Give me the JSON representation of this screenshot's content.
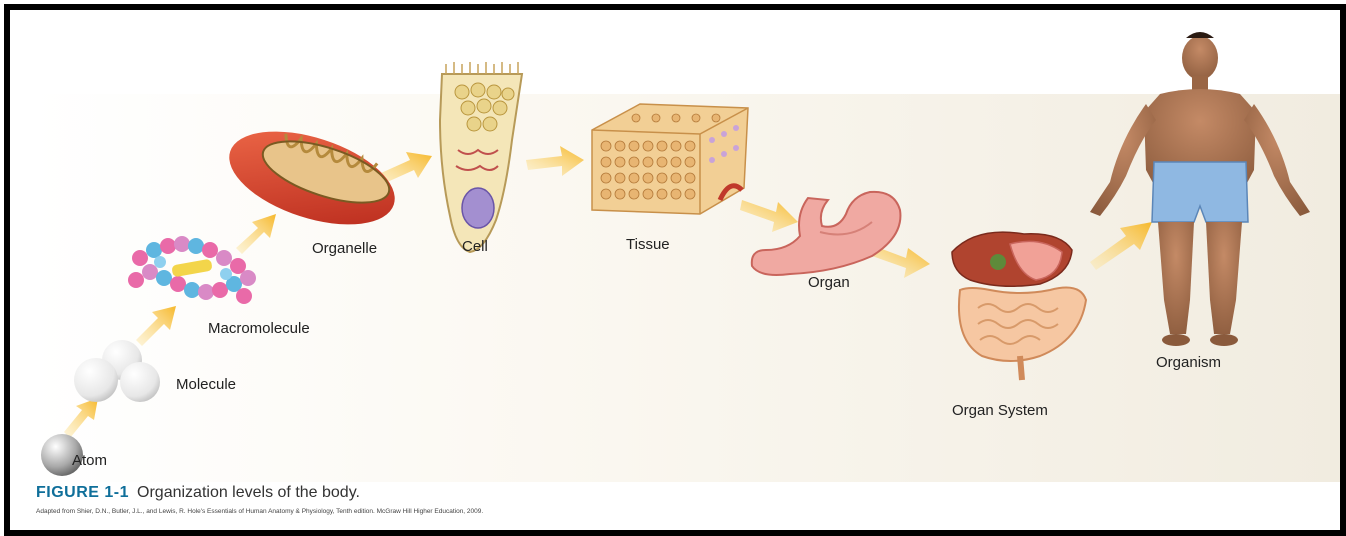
{
  "levels": {
    "atom": "Atom",
    "molecule": "Molecule",
    "macromolecule": "Macromolecule",
    "organelle": "Organelle",
    "cell": "Cell",
    "tissue": "Tissue",
    "organ": "Organ",
    "organ_system": "Organ System",
    "organism": "Organism"
  },
  "caption": {
    "figure_label": "FIGURE 1-1",
    "title": "Organization levels of the body.",
    "source": "Adapted from Shier, D.N., Butler, J.L., and Lewis, R. Hole's Essentials of Human Anatomy & Physiology, Tenth edition. McGraw Hill Higher Education, 2009."
  },
  "colors": {
    "arrow": "#f6b82a",
    "caption_accent": "#0f6f9a"
  }
}
